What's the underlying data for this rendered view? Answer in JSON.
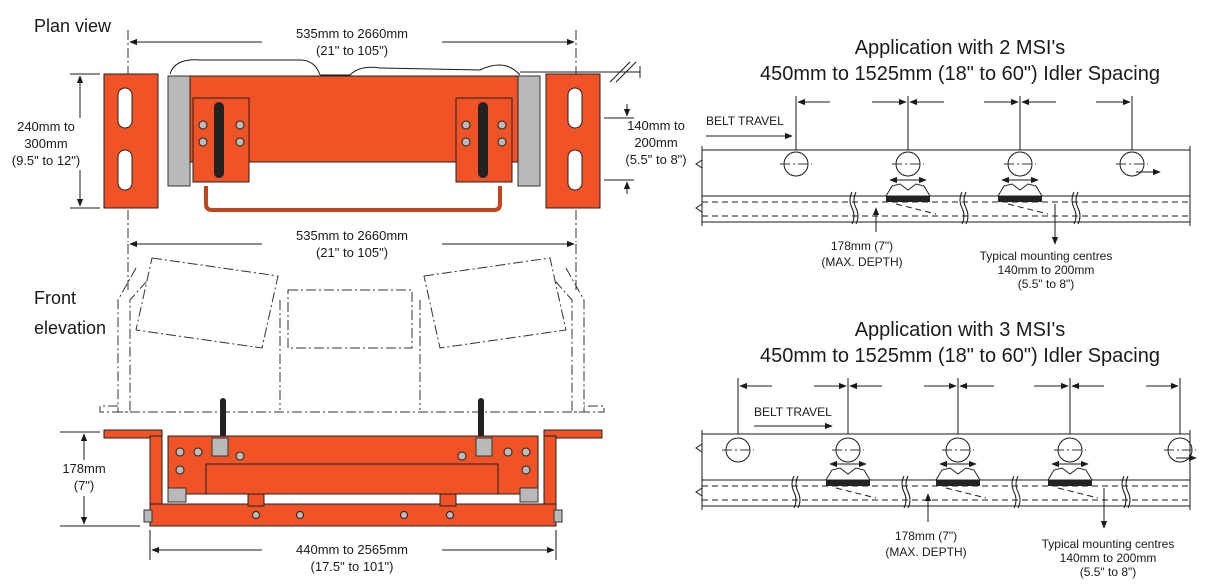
{
  "colors": {
    "orange": "#ef5326",
    "gray": "#b9b9b9",
    "ink": "#1a1a1a"
  },
  "plan": {
    "title": "Plan view",
    "width_top_1": "535mm to 2660mm",
    "width_top_2": "(21\" to 105\")",
    "height_1": "240mm to",
    "height_2": "300mm",
    "height_3": "(9.5\" to 12\")",
    "mount_1": "140mm to",
    "mount_2": "200mm",
    "mount_3": "(5.5\" to 8\")"
  },
  "front": {
    "title_1": "Front",
    "title_2": "elevation",
    "width_1": "535mm to 2660mm",
    "width_2": "(21\" to 105\")",
    "depth_1": "178mm",
    "depth_2": "(7\")",
    "bottom_1": "440mm to 2565mm",
    "bottom_2": "(17.5\" to 101\")"
  },
  "app2": {
    "title_1": "Application with 2 MSI's",
    "title_2": "450mm to 1525mm (18\" to 60\") Idler Spacing",
    "belt": "BELT TRAVEL",
    "depth_1": "178mm (7\")",
    "depth_2": "(MAX. DEPTH)",
    "mount_1": "Typical mounting centres",
    "mount_2": "140mm to 200mm",
    "mount_3": "(5.5\" to 8\")"
  },
  "app3": {
    "title_1": "Application with 3 MSI's",
    "title_2": "450mm to 1525mm (18\" to 60\") Idler Spacing",
    "belt": "BELT TRAVEL",
    "depth_1": "178mm (7\")",
    "depth_2": "(MAX. DEPTH)",
    "mount_1": "Typical mounting centres",
    "mount_2": "140mm to 200mm",
    "mount_3": "(5.5\" to 8\")"
  }
}
